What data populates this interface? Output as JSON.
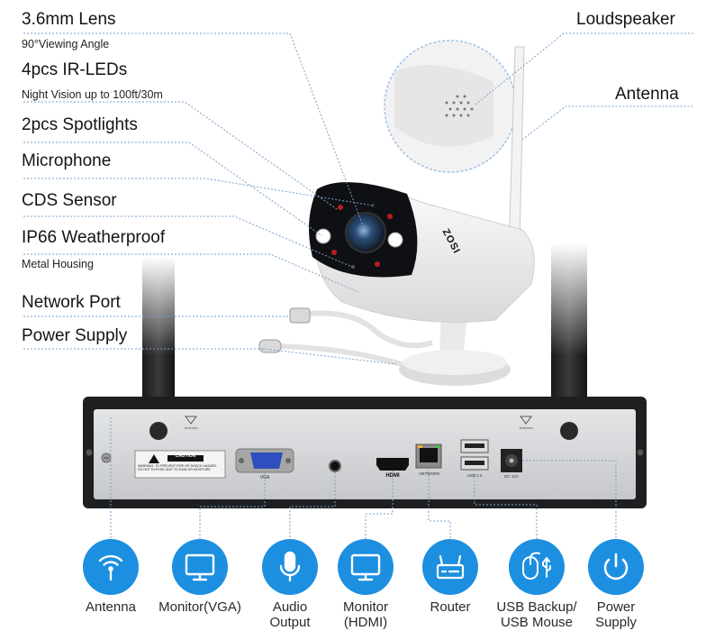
{
  "camera_features": [
    {
      "title": "3.6mm Lens",
      "detail": "90°Viewing Angle"
    },
    {
      "title": "4pcs IR-LEDs",
      "detail": "Night Vision up to 100ft/30m"
    },
    {
      "title": "2pcs Spotlights",
      "detail": ""
    },
    {
      "title": "Microphone",
      "detail": ""
    },
    {
      "title": "CDS Sensor",
      "detail": ""
    },
    {
      "title": "IP66 Weatherproof",
      "detail": "Metal Housing"
    },
    {
      "title": "Network Port",
      "detail": ""
    },
    {
      "title": "Power Supply",
      "detail": ""
    }
  ],
  "camera_right_labels": {
    "loudspeaker": "Loudspeaker",
    "antenna": "Antenna"
  },
  "camera_brand": "ZOSI",
  "nvr_panel": {
    "caution": "CAUTION",
    "caution_text": "WARNING: TO PREVENT FIRE OR SHOCK HAZARD, DO NOT EXPOSE UNIT TO RAIN OR MOISTURE",
    "vga": "VGA",
    "hdmi": "HDMI",
    "network": "NETWORK",
    "usb": "USB 2.0",
    "dc": "DC 12V",
    "antenna_mark": "Antenna"
  },
  "ports": [
    {
      "icon": "antenna-icon",
      "label": "Antenna"
    },
    {
      "icon": "monitor-icon",
      "label": "Monitor(VGA)"
    },
    {
      "icon": "microphone-icon",
      "label": "Audio Output"
    },
    {
      "icon": "monitor-icon",
      "label": "Monitor (HDMI)"
    },
    {
      "icon": "router-icon",
      "label": "Router"
    },
    {
      "icon": "mouse-usb-icon",
      "label": "USB Backup/ USB Mouse"
    },
    {
      "icon": "power-icon",
      "label": "Power Supply"
    }
  ],
  "colors": {
    "accent": "#1c8fe0",
    "leader": "#7aa0c8",
    "panel": "#d5d6d8",
    "chassis": "#1e1f21"
  }
}
